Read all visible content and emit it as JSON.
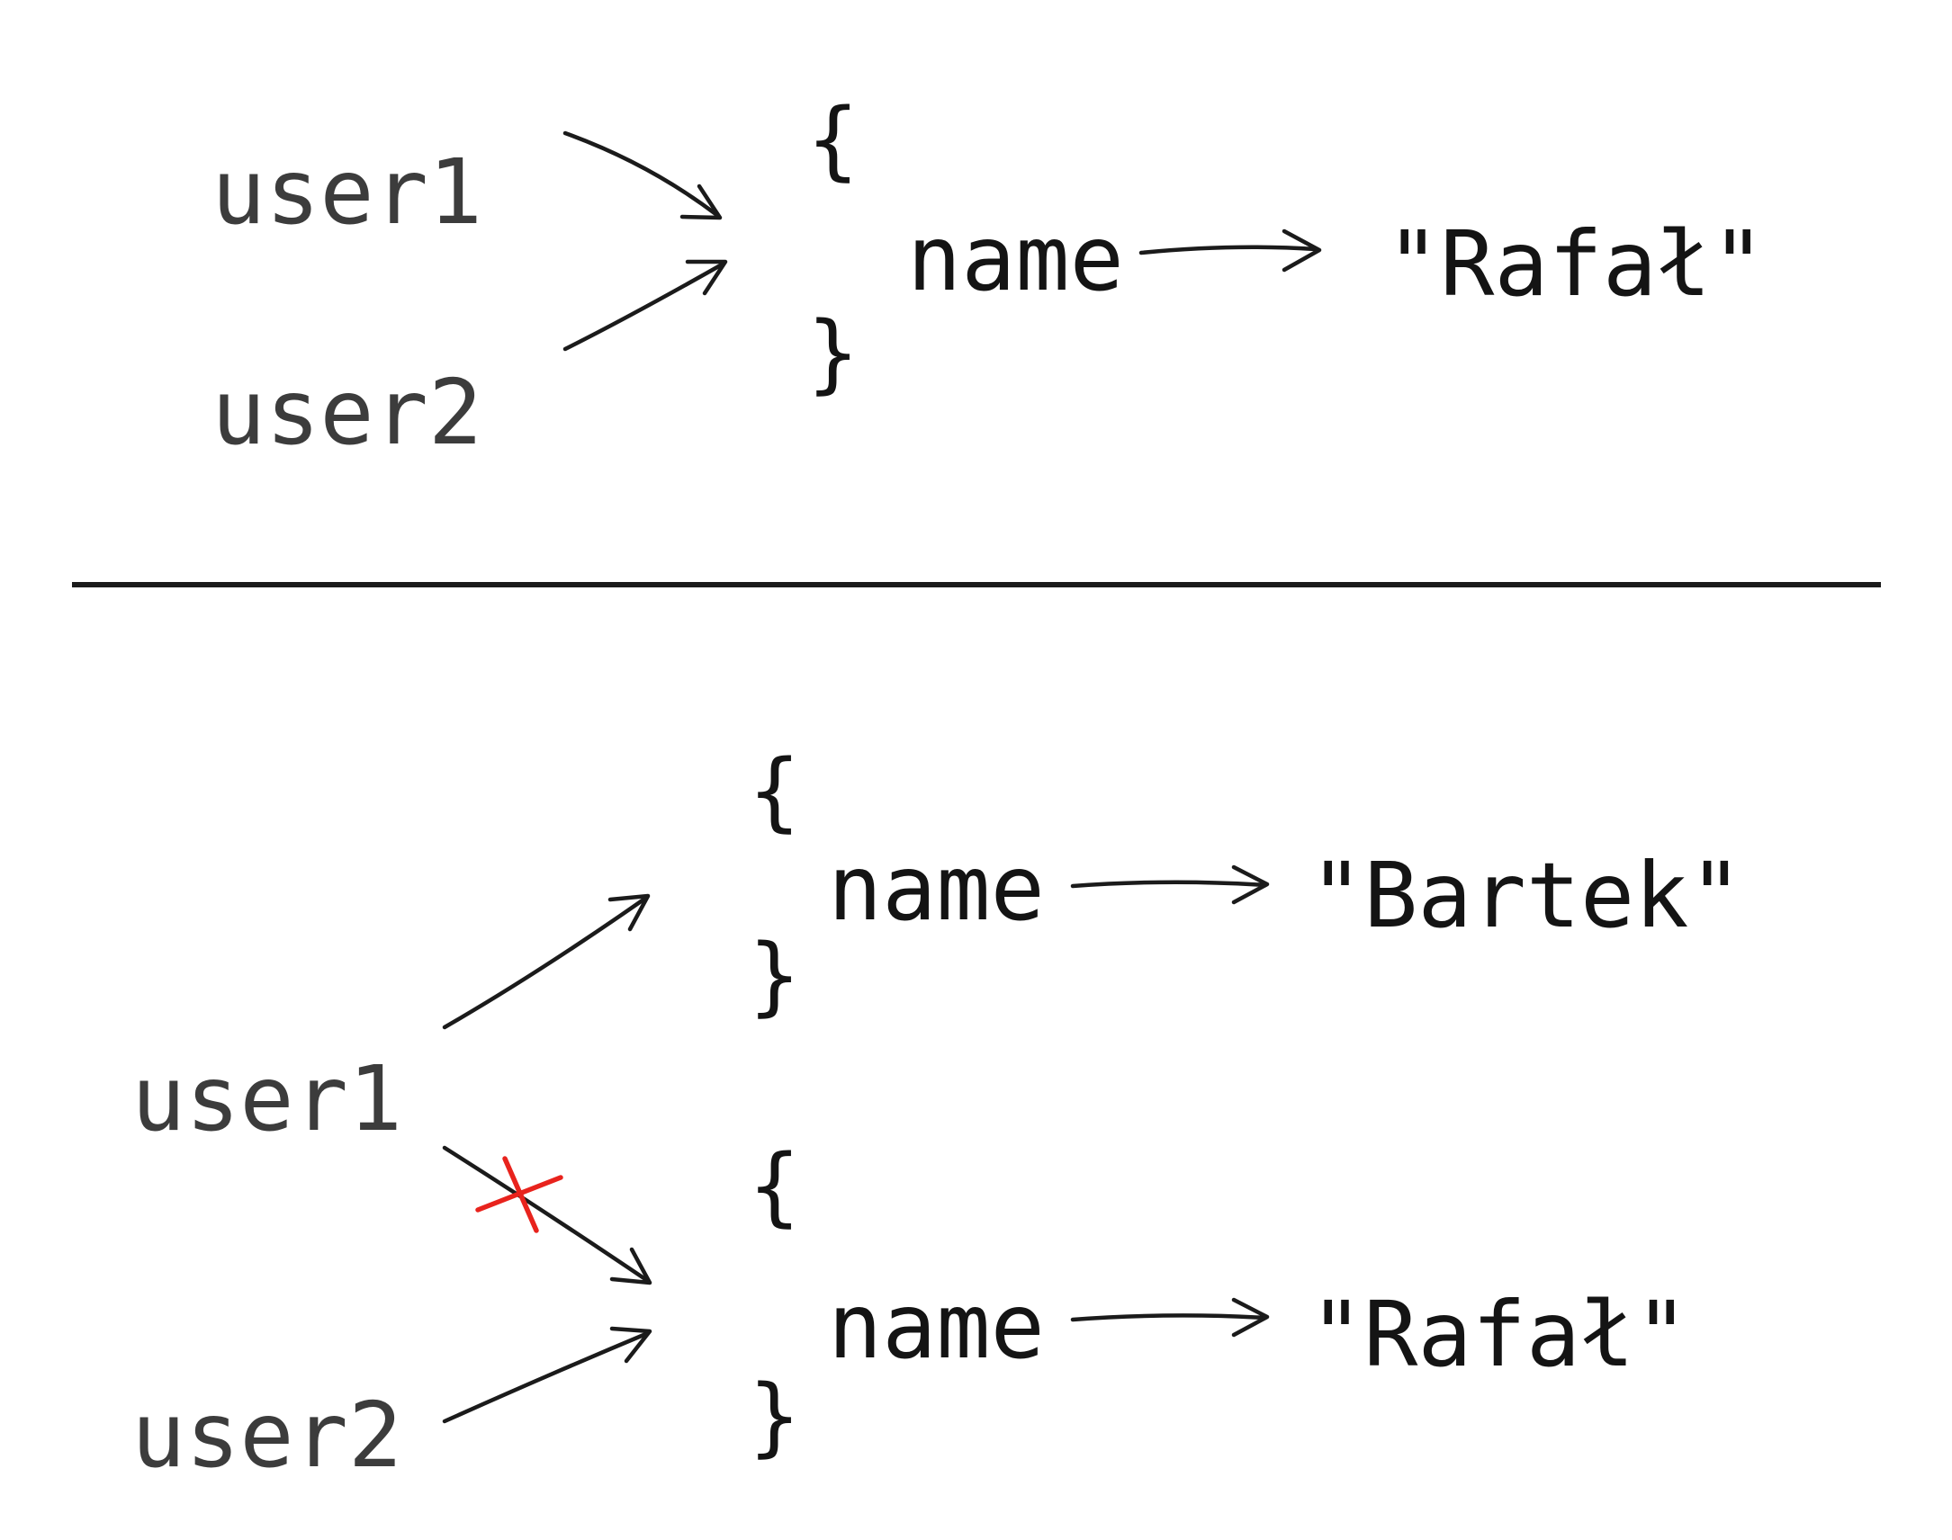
{
  "colors": {
    "ink": "#1b1b1b",
    "variable_label": "#3c3c3c",
    "content_ink": "#141414",
    "cross_red": "#e8231d"
  },
  "top_diagram": {
    "var1": "user1",
    "var2": "user2",
    "object": {
      "open_brace": "{",
      "key": "name",
      "value": "\"Rafał\"",
      "close_brace": "}"
    }
  },
  "bottom_diagram": {
    "var1": "user1",
    "var2": "user2",
    "object_a": {
      "open_brace": "{",
      "key": "name",
      "value": "\"Bartek\"",
      "close_brace": "}"
    },
    "object_b": {
      "open_brace": "{",
      "key": "name",
      "value": "\"Rafał\"",
      "close_brace": "}"
    }
  }
}
